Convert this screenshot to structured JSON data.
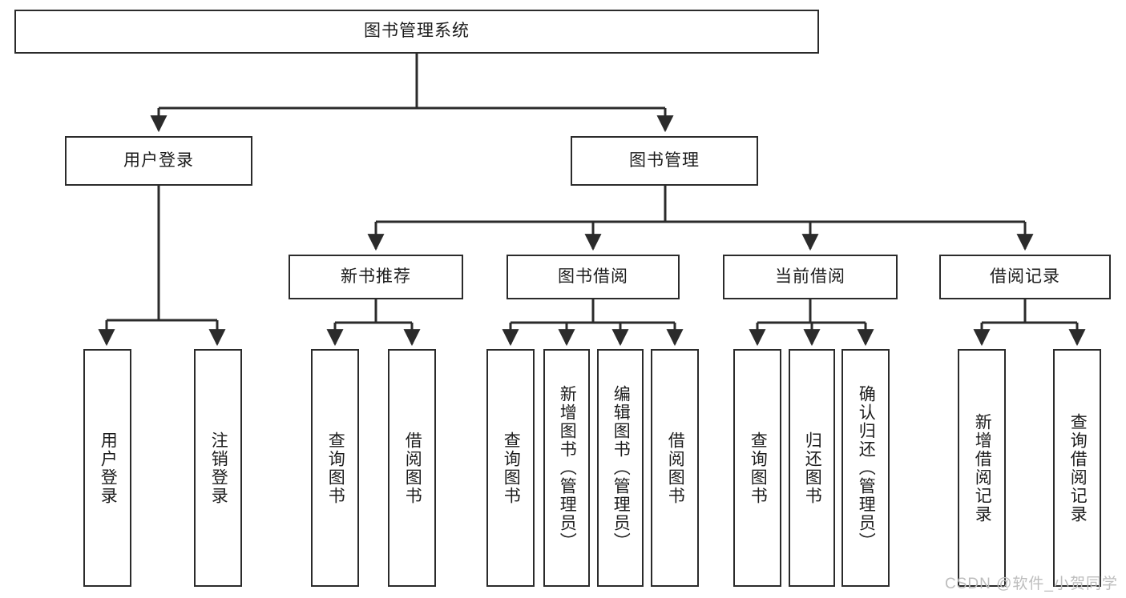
{
  "diagram": {
    "title": "图书管理系统",
    "type": "functional-structure-tree",
    "watermark": "CSDN @软件_小贺同学",
    "colors": {
      "box_border": "#2b2b2b",
      "box_fill": "#ffffff",
      "edge": "#2b2b2b",
      "text": "#1c1c1c",
      "watermark": "#bdbdbd",
      "background": "#ffffff"
    },
    "root": {
      "label": "图书管理系统"
    },
    "level2": [
      {
        "label": "用户登录"
      },
      {
        "label": "图书管理"
      }
    ],
    "level3": [
      {
        "label": "新书推荐"
      },
      {
        "label": "图书借阅"
      },
      {
        "label": "当前借阅"
      },
      {
        "label": "借阅记录"
      }
    ],
    "leaves": {
      "user_login": [
        {
          "label": "用户登录"
        },
        {
          "label": "注销登录"
        }
      ],
      "new_book_rec": [
        {
          "label": "查询图书"
        },
        {
          "label": "借阅图书"
        }
      ],
      "book_borrow": [
        {
          "label": "查询图书"
        },
        {
          "label": "新增图书（管理员）"
        },
        {
          "label": "编辑图书（管理员）"
        },
        {
          "label": "借阅图书"
        }
      ],
      "current_borrow": [
        {
          "label": "查询图书"
        },
        {
          "label": "归还图书"
        },
        {
          "label": "确认归还（管理员）"
        }
      ],
      "borrow_records": [
        {
          "label": "新增借阅记录"
        },
        {
          "label": "查询借阅记录"
        }
      ]
    }
  }
}
